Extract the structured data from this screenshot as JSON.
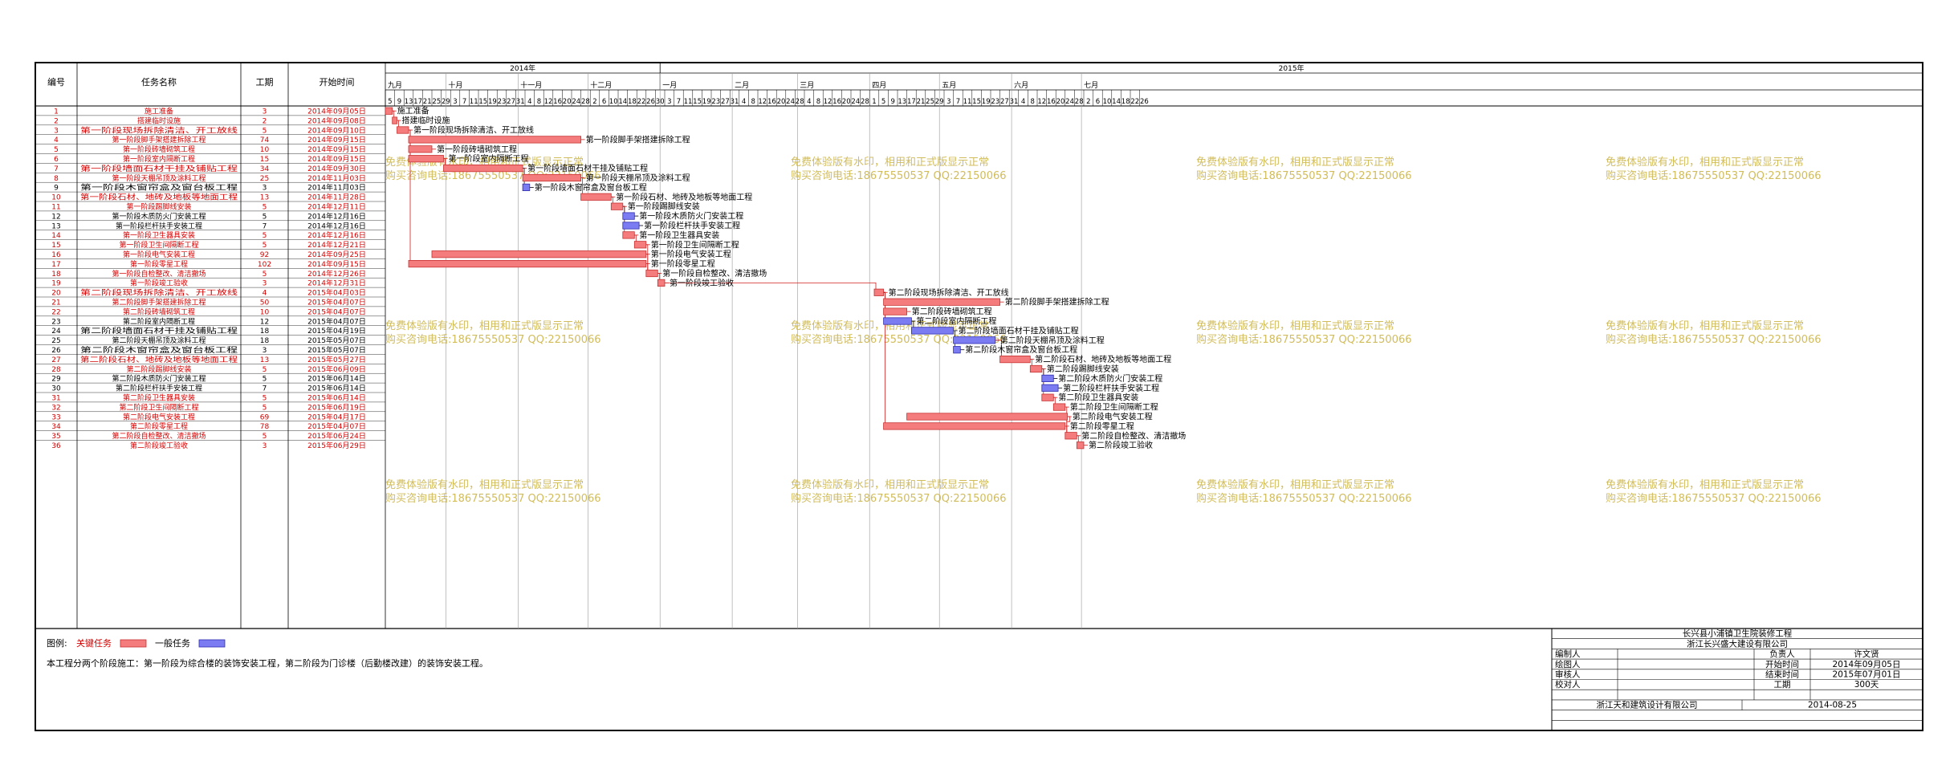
{
  "header": {
    "col_id": "编号",
    "col_name": "任务名称",
    "col_dur": "工期",
    "col_start": "开始时间",
    "years": [
      "2014年",
      "2015年"
    ],
    "months": [
      "九月",
      "十月",
      "十一月",
      "十二月",
      "一月",
      "二月",
      "三月",
      "四月",
      "五月",
      "六月",
      "七月"
    ],
    "days": [
      5,
      9,
      13,
      17,
      21,
      25,
      29,
      3,
      7,
      11,
      15,
      19,
      23,
      27,
      31,
      4,
      8,
      12,
      16,
      20,
      24,
      28,
      2,
      6,
      10,
      14,
      18,
      22,
      26,
      30,
      3,
      7,
      11,
      15,
      19,
      23,
      27,
      31,
      4,
      8,
      12,
      16,
      20,
      24,
      28,
      4,
      8,
      12,
      16,
      20,
      24,
      28,
      1,
      5,
      9,
      13,
      17,
      21,
      25,
      29,
      3,
      7,
      11,
      15,
      19,
      23,
      27,
      31,
      4,
      8,
      12,
      16,
      20,
      24,
      28,
      2,
      6,
      10,
      14,
      18,
      22,
      26
    ]
  },
  "watermark": {
    "line1": "免费体验版有水印，相用和正式版显示正常",
    "line2": "购买咨询电话:18675550537 QQ:22150066"
  },
  "colors": {
    "critical": "#f47c7c",
    "critical_stroke": "#c83232",
    "normal": "#7b7bf2",
    "normal_stroke": "#2f2fb0",
    "link": "#d02020",
    "critical_text": "#d40000"
  },
  "chart_data": {
    "type": "gantt",
    "date_range": [
      "2014-09-05",
      "2015-07-29"
    ],
    "tasks": [
      {
        "id": "1",
        "name": "施工准备",
        "duration": "3",
        "start": "2014年09月05日",
        "critical": true,
        "label": "施工准备"
      },
      {
        "id": "2",
        "name": "搭建临时设施",
        "duration": "2",
        "start": "2014年09月08日",
        "critical": true,
        "label": "搭建临时设施"
      },
      {
        "id": "3",
        "name": "第一阶段现场拆除清洁、开工放线",
        "duration": "5",
        "start": "2014年09月10日",
        "critical": true,
        "label": "第一阶段现场拆除清洁、开工放线"
      },
      {
        "id": "4",
        "name": "第一阶段脚手架搭建拆除工程",
        "duration": "74",
        "start": "2014年09月15日",
        "critical": true,
        "label": "第一阶段脚手架搭建拆除工程"
      },
      {
        "id": "5",
        "name": "第一阶段砖墙砌筑工程",
        "duration": "10",
        "start": "2014年09月15日",
        "critical": true,
        "label": "第一阶段砖墙砌筑工程"
      },
      {
        "id": "6",
        "name": "第一阶段室内隔断工程",
        "duration": "15",
        "start": "2014年09月15日",
        "critical": true,
        "label": "第一阶段室内隔断工程"
      },
      {
        "id": "7",
        "name": "第一阶段墙面石材干挂及铺贴工程",
        "duration": "34",
        "start": "2014年09月30日",
        "critical": true,
        "label": "第一阶段墙面石材干挂及铺贴工程"
      },
      {
        "id": "8",
        "name": "第一阶段天棚吊顶及涂料工程",
        "duration": "25",
        "start": "2014年11月03日",
        "critical": true,
        "label": "第一阶段天棚吊顶及涂料工程"
      },
      {
        "id": "9",
        "name": "第一阶段木窗帘盒及窗台板工程",
        "duration": "3",
        "start": "2014年11月03日",
        "critical": false,
        "label": "第一阶段木窗帘盒及窗台板工程"
      },
      {
        "id": "10",
        "name": "第一阶段石材、地砖及地板等地面工程",
        "duration": "13",
        "start": "2014年11月28日",
        "critical": true,
        "label": "第一阶段石材、地砖及地板等地面工程"
      },
      {
        "id": "11",
        "name": "第一阶段踢脚线安装",
        "duration": "5",
        "start": "2014年12月11日",
        "critical": true,
        "label": "第一阶段踢脚线安装"
      },
      {
        "id": "12",
        "name": "第一阶段木质防火门安装工程",
        "duration": "5",
        "start": "2014年12月16日",
        "critical": false,
        "label": "第一阶段木质防火门安装工程"
      },
      {
        "id": "13",
        "name": "第一阶段栏杆扶手安装工程",
        "duration": "7",
        "start": "2014年12月16日",
        "critical": false,
        "label": "第一阶段栏杆扶手安装工程"
      },
      {
        "id": "14",
        "name": "第一阶段卫生器具安装",
        "duration": "5",
        "start": "2014年12月16日",
        "critical": true,
        "label": "第一阶段卫生器具安装"
      },
      {
        "id": "15",
        "name": "第一阶段卫生间隔断工程",
        "duration": "5",
        "start": "2014年12月21日",
        "critical": true,
        "label": "第一阶段卫生间隔断工程"
      },
      {
        "id": "16",
        "name": "第一阶段电气安装工程",
        "duration": "92",
        "start": "2014年09月25日",
        "critical": true,
        "label": "第一阶段电气安装工程"
      },
      {
        "id": "17",
        "name": "第一阶段零星工程",
        "duration": "102",
        "start": "2014年09月15日",
        "critical": true,
        "label": "第一阶段零星工程"
      },
      {
        "id": "18",
        "name": "第一阶段自检整改、清洁撤场",
        "duration": "5",
        "start": "2014年12月26日",
        "critical": true,
        "label": "第一阶段自检整改、清洁撤场"
      },
      {
        "id": "19",
        "name": "第一阶段竣工验收",
        "duration": "3",
        "start": "2014年12月31日",
        "critical": true,
        "label": "第一阶段竣工验收"
      },
      {
        "id": "20",
        "name": "第二阶段现场拆除清洁、开工放线",
        "duration": "4",
        "start": "2015年04月03日",
        "critical": true,
        "label": "第二阶段现场拆除清洁、开工放线"
      },
      {
        "id": "21",
        "name": "第二阶段脚手架搭建拆除工程",
        "duration": "50",
        "start": "2015年04月07日",
        "critical": true,
        "label": "第二阶段脚手架搭建拆除工程"
      },
      {
        "id": "22",
        "name": "第二阶段砖墙砌筑工程",
        "duration": "10",
        "start": "2015年04月07日",
        "critical": true,
        "label": "第二阶段砖墙砌筑工程"
      },
      {
        "id": "23",
        "name": "第二阶段室内隔断工程",
        "duration": "12",
        "start": "2015年04月07日",
        "critical": false,
        "label": "第二阶段室内隔断工程"
      },
      {
        "id": "24",
        "name": "第二阶段墙面石材干挂及铺贴工程",
        "duration": "18",
        "start": "2015年04月19日",
        "critical": false,
        "label": "第二阶段墙面石材干挂及铺贴工程"
      },
      {
        "id": "25",
        "name": "第二阶段天棚吊顶及涂料工程",
        "duration": "18",
        "start": "2015年05月07日",
        "critical": false,
        "label": "第二阶段天棚吊顶及涂料工程"
      },
      {
        "id": "26",
        "name": "第二阶段木窗帘盒及窗台板工程",
        "duration": "3",
        "start": "2015年05月07日",
        "critical": false,
        "label": "第二阶段木窗帘盒及窗台板工程"
      },
      {
        "id": "27",
        "name": "第二阶段石材、地砖及地板等地面工程",
        "duration": "13",
        "start": "2015年05月27日",
        "critical": true,
        "label": "第二阶段石材、地砖及地板等地面工程"
      },
      {
        "id": "28",
        "name": "第二阶段踢脚线安装",
        "duration": "5",
        "start": "2015年06月09日",
        "critical": true,
        "label": "第二阶段踢脚线安装"
      },
      {
        "id": "29",
        "name": "第二阶段木质防火门安装工程",
        "duration": "5",
        "start": "2015年06月14日",
        "critical": false,
        "label": "第二阶段木质防火门安装工程"
      },
      {
        "id": "30",
        "name": "第二阶段栏杆扶手安装工程",
        "duration": "7",
        "start": "2015年06月14日",
        "critical": false,
        "label": "第二阶段栏杆扶手安装工程"
      },
      {
        "id": "31",
        "name": "第二阶段卫生器具安装",
        "duration": "5",
        "start": "2015年06月14日",
        "critical": true,
        "label": "第二阶段卫生器具安装"
      },
      {
        "id": "32",
        "name": "第二阶段卫生间隔断工程",
        "duration": "5",
        "start": "2015年06月19日",
        "critical": true,
        "label": "第二阶段卫生间隔断工程"
      },
      {
        "id": "33",
        "name": "第二阶段电气安装工程",
        "duration": "69",
        "start": "2015年04月17日",
        "critical": true,
        "label": "第二阶段电气安装工程"
      },
      {
        "id": "34",
        "name": "第二阶段零星工程",
        "duration": "78",
        "start": "2015年04月07日",
        "critical": true,
        "label": "第二阶段零星工程"
      },
      {
        "id": "35",
        "name": "第二阶段自检整改、清洁撤场",
        "duration": "5",
        "start": "2015年06月24日",
        "critical": true,
        "label": "第二阶段自检整改、清洁撤场"
      },
      {
        "id": "36",
        "name": "第二阶段竣工验收",
        "duration": "3",
        "start": "2015年06月29日",
        "critical": true,
        "label": "第二阶段竣工验收"
      }
    ]
  },
  "legend": {
    "title": "图例:",
    "critical_label": "关键任务",
    "normal_label": "一般任务"
  },
  "note": "本工程分两个阶段施工：第一阶段为综合楼的装饰安装工程，第二阶段为门诊楼（后勤楼改建）的装饰安装工程。",
  "titleblock": {
    "project": "长兴县小浦镇卫生院装修工程",
    "company": "浙江长兴盛大建设有限公司",
    "col_resp": "负责人",
    "rows": [
      [
        "编制人",
        "",
        "许文贤"
      ],
      [
        "绘图人",
        "开始时间",
        "2014年09月05日"
      ],
      [
        "审核人",
        "结束时间",
        "2015年07月01日"
      ],
      [
        "校对人",
        "工期",
        "300天"
      ]
    ],
    "designer": "浙江天和建筑设计有限公司",
    "date": "2014-08-25"
  }
}
